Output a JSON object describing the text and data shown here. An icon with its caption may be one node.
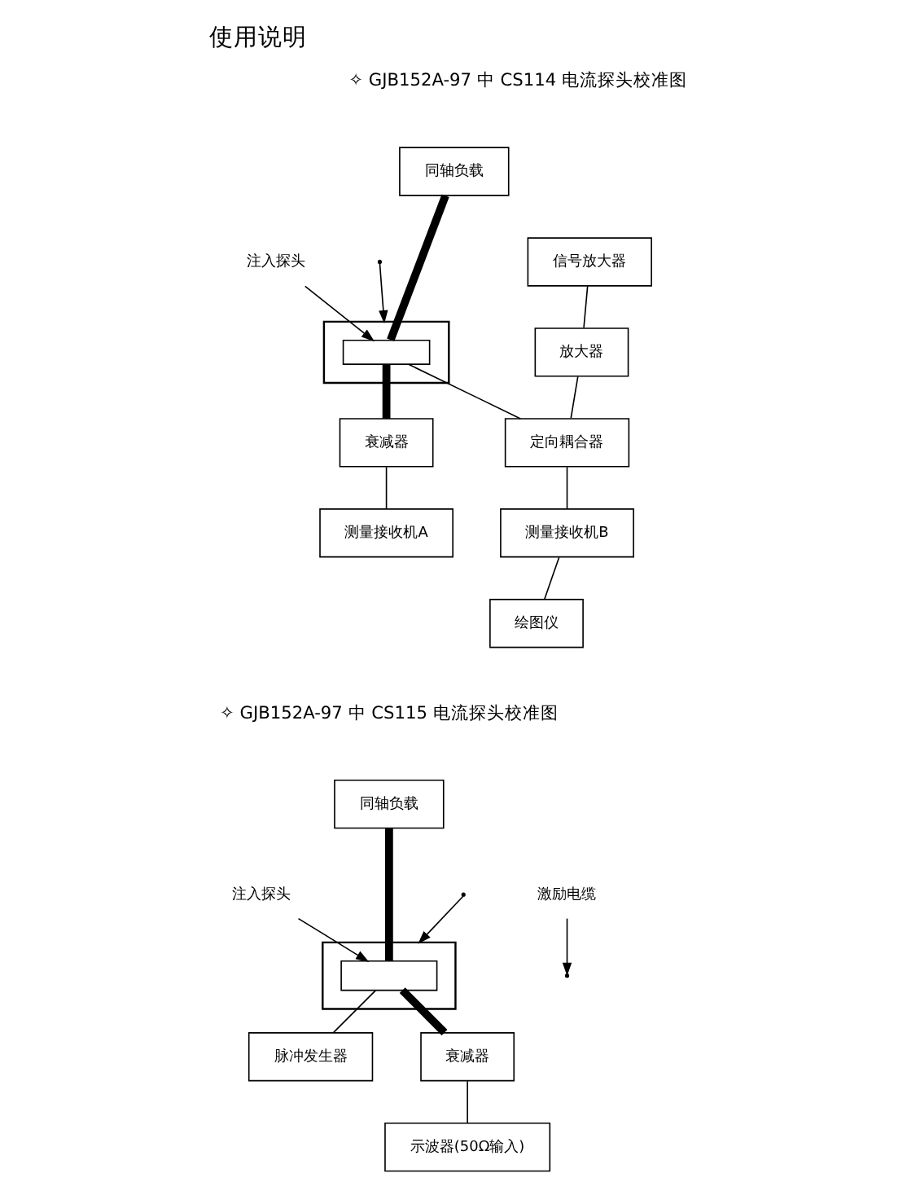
{
  "diagram": {
    "title": "使用说明",
    "nodes": [
      {
        "text": [
          "同轴负载"
        ]
      },
      {
        "text": [],
        "shape": "box"
      },
      {
        "text": [],
        "shape": "box",
        "in": 1
      },
      {
        "text": [
          "注入探头"
        ]
      },
      {
        "text": [
          "衰减器"
        ]
      },
      {
        "text": [
          "测量接收机A"
        ]
      },
      {
        "text": [
          "信号放大器"
        ]
      },
      {
        "text": [
          "放大器"
        ]
      },
      {
        "text": [
          "定向耦合器"
        ]
      },
      {
        "text": [
          "测量接收机B"
        ]
      },
      {
        "text": [
          "绘图仪"
        ]
      },
      {
        "text": [
          "同轴负载"
        ]
      },
      {
        "text": [],
        "shape": "box"
      },
      {
        "text": [],
        "shape": "box",
        "in": 12
      },
      {
        "text": [
          "注入探头"
        ]
      },
      {
        "text": [
          "激励电缆"
        ]
      },
      {
        "text": [
          "脉冲发生器"
        ]
      },
      {
        "text": [
          "衰减器"
        ]
      },
      {
        "text": [
          "示波器(50Ω输入)"
        ]
      }
    ],
    "edges": [
      {
        "from": 0,
        "to": 2,
        "arrow": "none",
        "style": "thick"
      },
      {
        "from": 2,
        "to": 4,
        "arrow": "none",
        "style": "thick"
      },
      {
        "from": 3,
        "to": 2,
        "arrow": "to"
      },
      {
        "from": null,
        "to": 1,
        "arrow": "to"
      },
      {
        "from": 2,
        "to": 8,
        "arrow": "none"
      },
      {
        "from": 6,
        "to": 7,
        "arrow": "none"
      },
      {
        "from": 7,
        "to": 8,
        "arrow": "none"
      },
      {
        "from": 8,
        "to": 9,
        "arrow": "none"
      },
      {
        "from": 9,
        "to": 10,
        "arrow": "none"
      },
      {
        "from": 4,
        "to": 5,
        "arrow": "none"
      },
      {
        "from": 11,
        "to": 13,
        "arrow": "none",
        "style": "thick"
      },
      {
        "from": 13,
        "to": 17,
        "arrow": "none",
        "style": "thick"
      },
      {
        "from": 14,
        "to": 13,
        "arrow": "to"
      },
      {
        "from": null,
        "to": 12,
        "arrow": "to"
      },
      {
        "from": 13,
        "to": 16,
        "arrow": "none"
      },
      {
        "from": 15,
        "to": null,
        "arrow": "to"
      },
      {
        "from": 17,
        "to": 18,
        "arrow": "none"
      }
    ],
    "labels": [
      "✧ GJB152A-97 中 CS114 电流探头校准图",
      "✧ GJB152A-97 中 CS115 电流探头校准图"
    ]
  }
}
